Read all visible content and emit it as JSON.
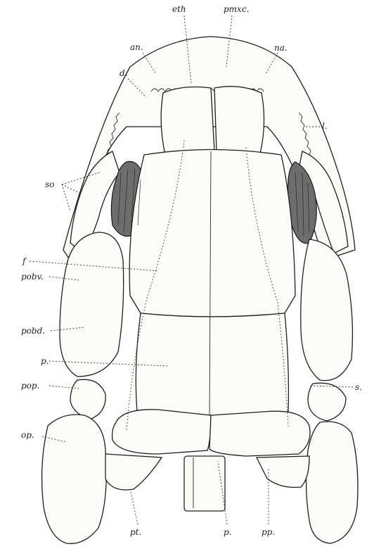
{
  "labels": {
    "eth": "eth",
    "pmxc": "pmxc.",
    "an": "an.",
    "na": "na.",
    "d": "d.",
    "l": "l.",
    "so": "so",
    "f": "f",
    "pobv": "pobv.",
    "pobd": "pobd.",
    "p_upper": "p.",
    "pop": "pop.",
    "s": "s.",
    "op": "op.",
    "pt": "pt.",
    "p_lower": "p.",
    "pp": "pp."
  }
}
